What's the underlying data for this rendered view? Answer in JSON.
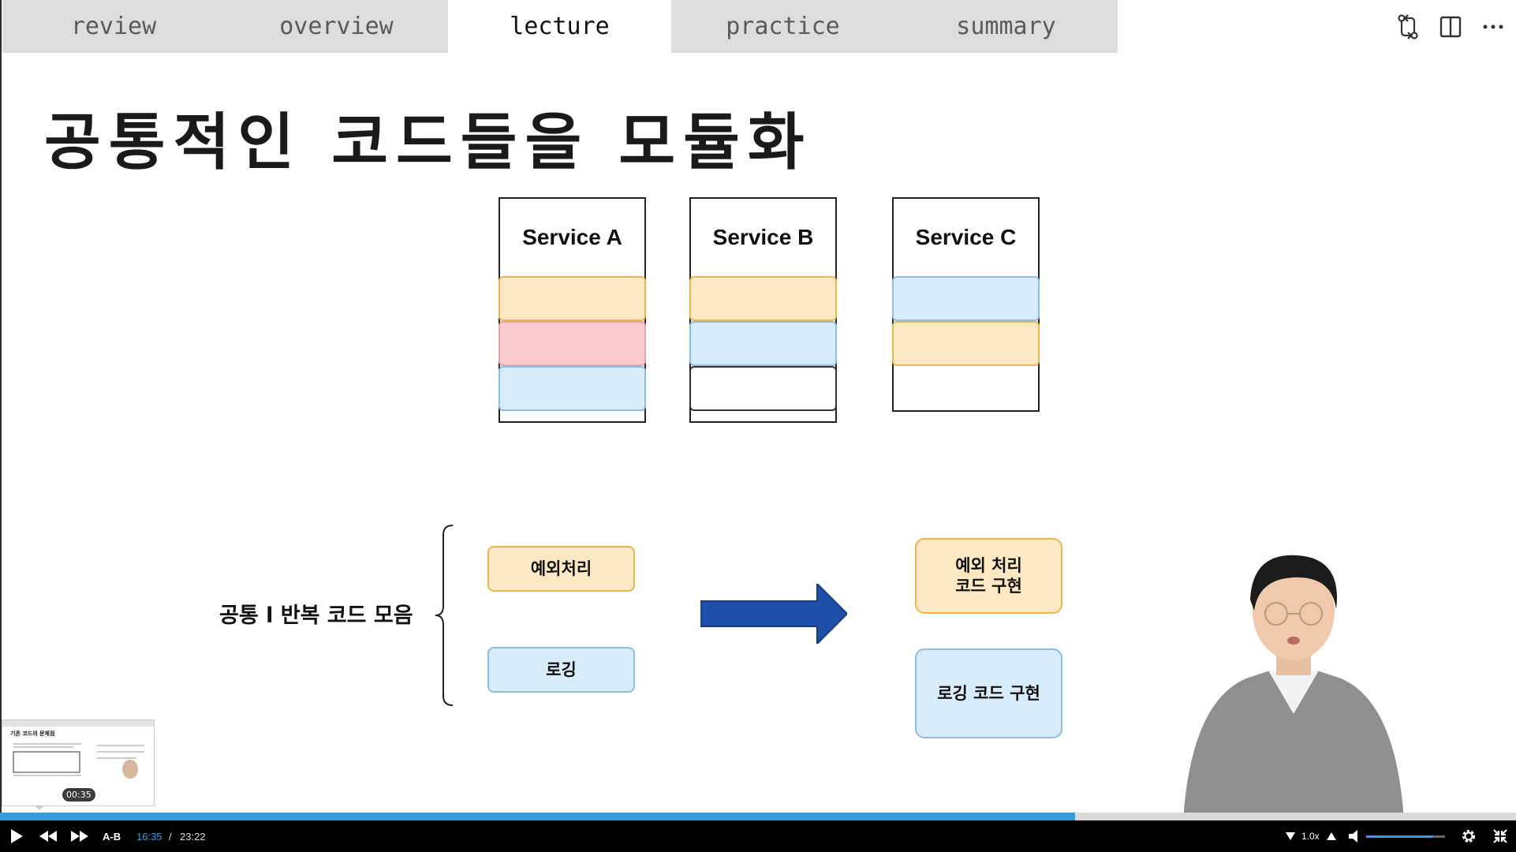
{
  "tabs": [
    {
      "label": "review",
      "active": false
    },
    {
      "label": "overview",
      "active": false
    },
    {
      "label": "lecture",
      "active": true
    },
    {
      "label": "practice",
      "active": false
    },
    {
      "label": "summary",
      "active": false
    }
  ],
  "top_icons": [
    "compare-changes-icon",
    "split-editor-icon",
    "more-actions-icon"
  ],
  "slide": {
    "title": "공통적인 코드들을 모듈화",
    "services": [
      {
        "name": "Service A",
        "blocks": [
          "orange",
          "red",
          "blue"
        ]
      },
      {
        "name": "Service B",
        "blocks": [
          "orange",
          "blue",
          "white"
        ]
      },
      {
        "name": "Service C",
        "blocks": [
          "blue",
          "orange"
        ]
      }
    ],
    "common_label": "공통 l 반복 코드 모음",
    "exception_label": "예외처리",
    "logging_label": "로깅",
    "exception_impl_line1": "예외 처리",
    "exception_impl_line2": "코드 구현",
    "logging_impl_label": "로깅 코드 구현"
  },
  "colors": {
    "orange": "#fde8c4",
    "red": "#fbcbd0",
    "blue": "#d8ecfc",
    "arrow": "#1f4fa8",
    "accent": "#2f9de0"
  },
  "thumbnail": {
    "title": "기존 코드의 문제점",
    "time": "00:35"
  },
  "player": {
    "ab_label": "A-B",
    "current_time": "16:35",
    "separator": "/",
    "duration": "23:22",
    "playback_rate": "1.0x",
    "progress": 0.709,
    "volume": 0.85
  }
}
